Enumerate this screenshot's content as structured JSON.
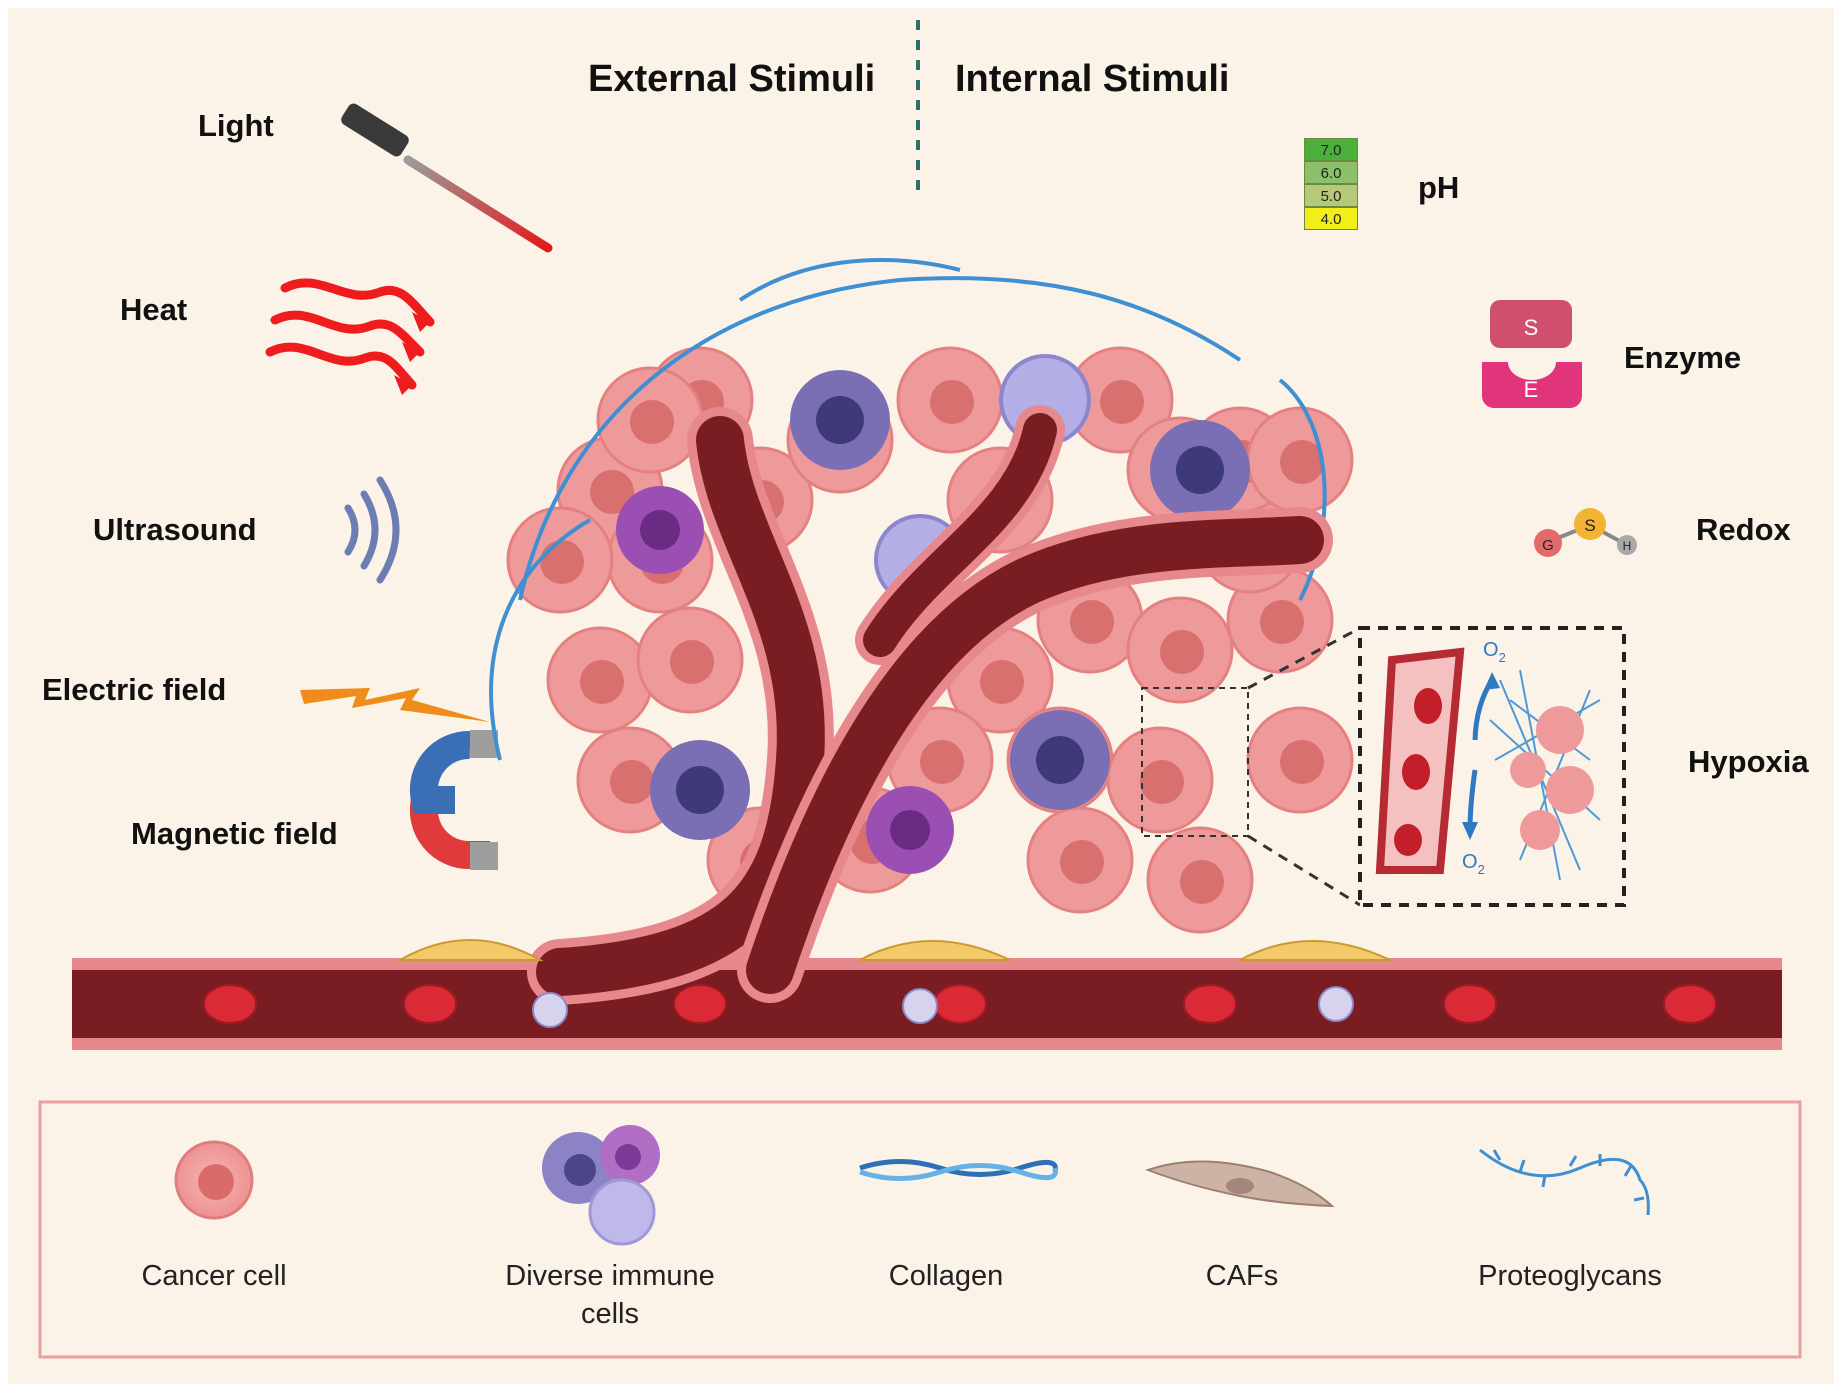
{
  "headers": {
    "external": "External Stimuli",
    "internal": "Internal Stimuli"
  },
  "external_stimuli": [
    {
      "label": "Light",
      "icon": "light-fiber-icon"
    },
    {
      "label": "Heat",
      "icon": "heat-waves-icon"
    },
    {
      "label": "Ultrasound",
      "icon": "ultrasound-waves-icon"
    },
    {
      "label": "Electric field",
      "icon": "lightning-icon"
    },
    {
      "label": "Magnetic field",
      "icon": "magnet-icon"
    }
  ],
  "internal_stimuli": [
    {
      "label": "pH",
      "icon": "ph-scale-icon"
    },
    {
      "label": "Enzyme",
      "icon": "enzyme-substrate-icon"
    },
    {
      "label": "Redox",
      "icon": "glutathione-molecule-icon"
    },
    {
      "label": "Hypoxia",
      "icon": "hypoxic-vessel-icon"
    }
  ],
  "ph_scale": [
    "7.0",
    "6.0",
    "5.0",
    "4.0"
  ],
  "ph_colors": [
    "#4caf3c",
    "#8cc06a",
    "#b5c978",
    "#f2ee1a"
  ],
  "enzyme_letters": {
    "substrate": "S",
    "enzyme": "E"
  },
  "redox_letters": {
    "g": "G",
    "s": "S",
    "h": "H"
  },
  "hypoxia_inset": {
    "o2_top": "O",
    "o2_bottom": "O",
    "subscript": "2"
  },
  "legend": [
    {
      "label": "Cancer cell",
      "icon": "cancer-cell-icon"
    },
    {
      "label": "Diverse immune\ncells",
      "icon": "immune-cells-icon"
    },
    {
      "label": "Collagen",
      "icon": "collagen-icon"
    },
    {
      "label": "CAFs",
      "icon": "caf-icon"
    },
    {
      "label": "Proteoglycans",
      "icon": "proteoglycan-icon"
    }
  ],
  "colors": {
    "background": "#fbf3e8",
    "vessel": "#7a1d22",
    "vessel_wall": "#e7888c",
    "cancer_cell": "#ef9a9a",
    "immune_cell": "#7a6fb5",
    "collagen": "#3f8fd3",
    "caf": "#cdb3a6",
    "heat": "#ee1c1c",
    "electric": "#f08c1a",
    "enzyme": "#d23a78"
  }
}
